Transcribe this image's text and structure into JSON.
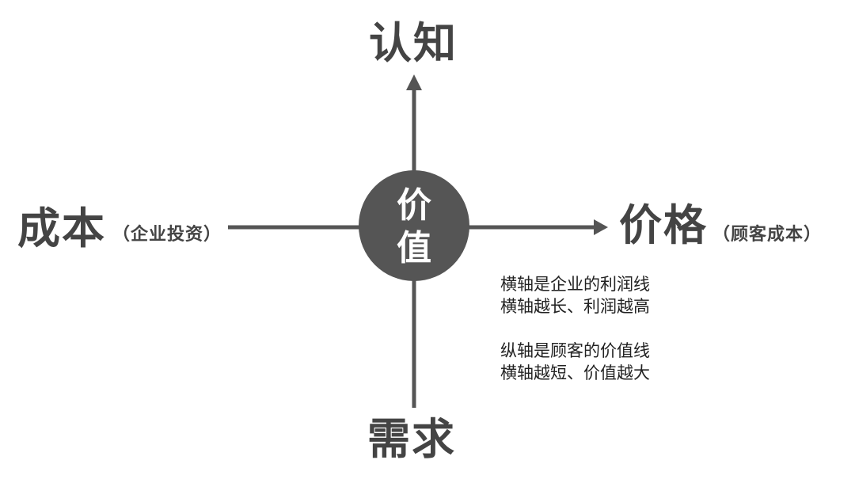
{
  "diagram": {
    "top_label": "认知",
    "bottom_label": "需求",
    "left_label": "成本",
    "left_sublabel": "（企业投资）",
    "right_label": "价格",
    "right_sublabel": "（顾客成本）",
    "center_char_1": "价",
    "center_char_2": "值",
    "notes": [
      "横轴是企业的利润线",
      "横轴越长、利润越高",
      "纵轴是顾客的价值线",
      "横轴越短、价值越大"
    ]
  },
  "colors": {
    "axis": "#555555",
    "center_circle": "#555555",
    "label_text": "#444444",
    "note_text": "#222222"
  }
}
